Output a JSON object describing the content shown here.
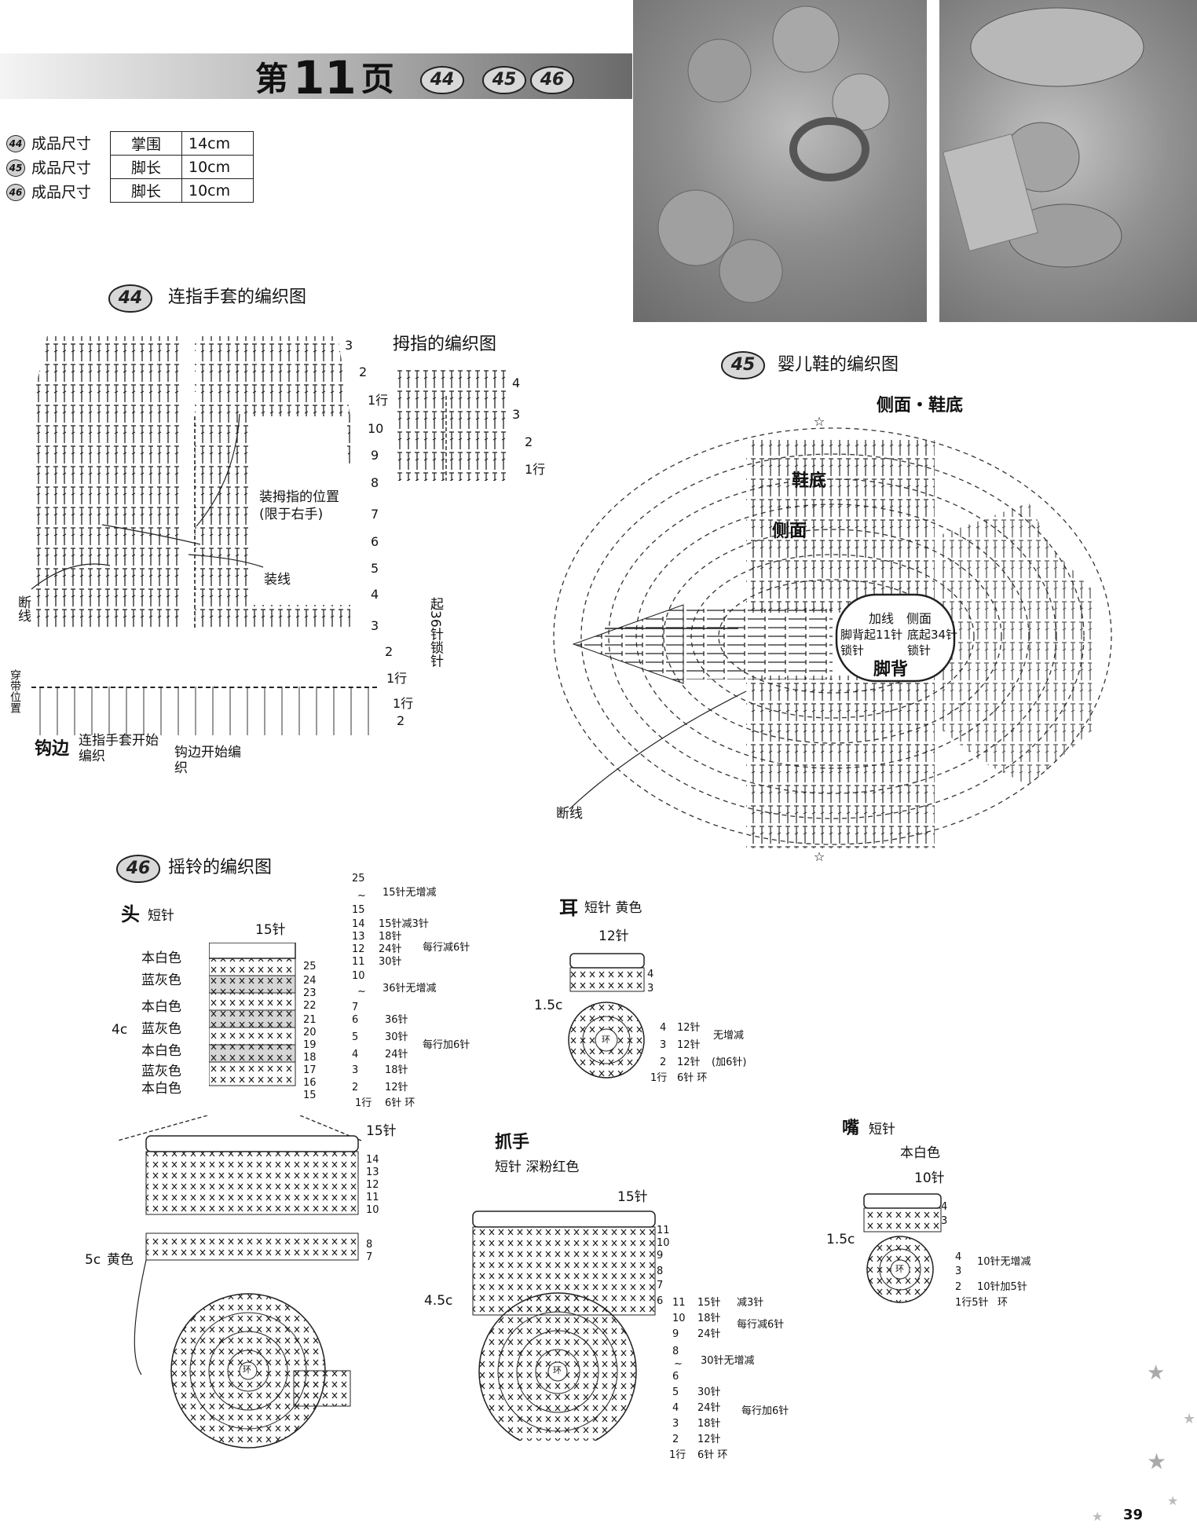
{
  "header": {
    "page_prefix": "第",
    "page_number": "11",
    "page_suffix": "页",
    "badges": [
      "44",
      "45",
      "46"
    ]
  },
  "specs": [
    {
      "badge": "44",
      "label": "成品尺寸",
      "item": "掌围",
      "value": "14cm"
    },
    {
      "badge": "45",
      "label": "成品尺寸",
      "item": "脚长",
      "value": "10cm"
    },
    {
      "badge": "46",
      "label": "成品尺寸",
      "item": "脚长",
      "value": "10cm"
    }
  ],
  "mitten": {
    "badge": "44",
    "title": "连指手套的编织图",
    "rows_left": [
      "3",
      "2",
      "1行",
      "10",
      "9",
      "8",
      "7",
      "6",
      "5",
      "4",
      "3",
      "2",
      "1行"
    ],
    "border_rows": [
      "1行",
      "2"
    ],
    "thumb_pos": "装拇指的位置(限于右手)",
    "attach": "装线",
    "cut": "断线",
    "start": "起36针锁针",
    "strap": "穿带位置",
    "edge": "钩边",
    "mitten_start": "连指手套开始编织",
    "edge_start": "钩边开始编织",
    "thumb_title": "拇指的编织图",
    "thumb_rows": [
      "4",
      "3",
      "2",
      "1行"
    ]
  },
  "shoe": {
    "badge": "45",
    "title": "婴儿鞋的编织图",
    "side_sole": "侧面・鞋底",
    "sole": "鞋底",
    "side": "侧面",
    "add_yarn": "加线",
    "instep_start": "脚背起11针锁针",
    "side2": "侧面",
    "sole_start": "底起34针锁针",
    "instep": "脚背",
    "cut": "断线"
  },
  "rattle": {
    "badge": "46",
    "title": "摇铃的编织图",
    "head": {
      "title": "头",
      "stitch": "短针",
      "width": "15针",
      "colors": [
        "本白色",
        "蓝灰色",
        "本白色",
        "蓝灰色",
        "本白色",
        "蓝灰色",
        "本白色"
      ],
      "height": "4c",
      "rows": [
        "25",
        "24",
        "23",
        "22",
        "21",
        "20",
        "19",
        "18",
        "17",
        "16",
        "15"
      ],
      "width2": "15针",
      "rows2": [
        "14",
        "13",
        "12",
        "11",
        "10",
        "8",
        "7"
      ],
      "height2": "5c",
      "color2": "黄色",
      "table": [
        [
          "25",
          "",
          "15针无增减"
        ],
        [
          "~",
          "",
          ""
        ],
        [
          "15",
          "",
          ""
        ],
        [
          "14",
          "15针减3针",
          ""
        ],
        [
          "13",
          "18针",
          "每行减6针"
        ],
        [
          "12",
          "24针",
          ""
        ],
        [
          "11",
          "30针",
          ""
        ],
        [
          "10",
          "",
          "36针无增减"
        ],
        [
          "~",
          "",
          ""
        ],
        [
          "7",
          "",
          ""
        ],
        [
          "6",
          "36针",
          "每行加6针"
        ],
        [
          "5",
          "30针",
          ""
        ],
        [
          "4",
          "24针",
          ""
        ],
        [
          "3",
          "18针",
          ""
        ],
        [
          "2",
          "12针",
          ""
        ],
        [
          "1行",
          "6针 环",
          ""
        ]
      ]
    },
    "ear": {
      "title": "耳",
      "stitch": "短针 黄色",
      "width": "12针",
      "rows": [
        "4",
        "3"
      ],
      "height": "1.5c",
      "table": [
        [
          "4",
          "12针",
          "无增减"
        ],
        [
          "3",
          "12针",
          ""
        ],
        [
          "2",
          "12针",
          "(加6针)"
        ],
        [
          "1行",
          "6针 环",
          ""
        ]
      ]
    },
    "handle": {
      "title": "抓手",
      "stitch": "短针 深粉红色",
      "width": "15针",
      "rows": [
        "11",
        "10",
        "9",
        "8",
        "7",
        "6"
      ],
      "height": "4.5c",
      "table": [
        [
          "11",
          "15针",
          "减3针"
        ],
        [
          "10",
          "18针",
          "每行减6针"
        ],
        [
          "9",
          "24针",
          ""
        ],
        [
          "8",
          "",
          "30针无增减"
        ],
        [
          "~",
          "",
          ""
        ],
        [
          "6",
          "",
          ""
        ],
        [
          "5",
          "30针",
          "每行加6针"
        ],
        [
          "4",
          "24针",
          ""
        ],
        [
          "3",
          "18针",
          ""
        ],
        [
          "2",
          "12针",
          ""
        ],
        [
          "1行",
          "6针 环",
          ""
        ]
      ]
    },
    "mouth": {
      "title": "嘴",
      "stitch": "短针",
      "color": "本白色",
      "width": "10针",
      "rows": [
        "4",
        "3"
      ],
      "height": "1.5c",
      "table": [
        [
          "4",
          "10针无增减",
          ""
        ],
        [
          "3",
          "",
          ""
        ],
        [
          "2",
          "10针加5针",
          ""
        ],
        [
          "1行5针",
          "环",
          ""
        ]
      ]
    }
  },
  "ring_label": "环",
  "page_number": "39"
}
